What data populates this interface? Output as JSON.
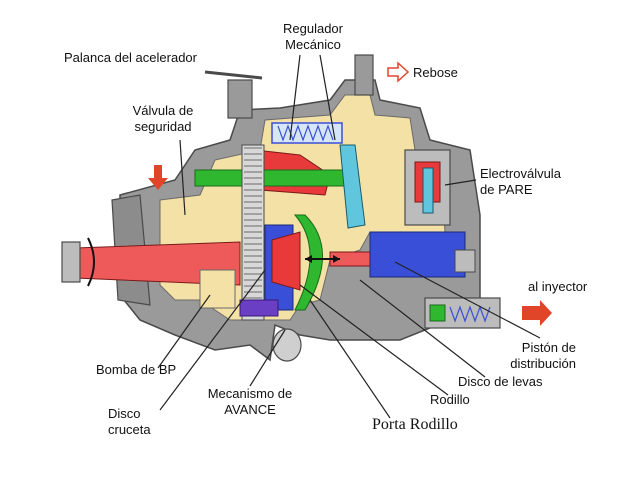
{
  "labels": {
    "accelerator_lever": "Palanca del acelerador",
    "mechanical_governor": [
      "Regulador",
      "Mecánico"
    ],
    "overflow": "Rebose",
    "safety_valve": [
      "Válvula de",
      "seguridad"
    ],
    "stop_solenoid": [
      "Electroválvula",
      "de PARE"
    ],
    "to_injector": "al inyector",
    "distribution_piston": [
      "Pistón de",
      "distribución"
    ],
    "cam_disc": "Disco de levas",
    "roller": "Rodillo",
    "roller_holder": "Porta Rodillo",
    "advance_mechanism": [
      "Mecanismo de",
      "AVANCE"
    ],
    "cross_disc": [
      "Disco",
      "cruceta"
    ],
    "bp_pump": "Bomba de BP"
  },
  "colors": {
    "housing": "#9a9a9a",
    "housing_dark": "#5a5a5a",
    "fuel_cavity": "#f4e1a6",
    "drive_shaft": "#ee5a5a",
    "governor_weights": "#e83a3a",
    "blue_parts": "#3a4fd8",
    "green_parts": "#2fb82f",
    "cyan_parts": "#5fc6de",
    "arrow_red": "#e0452a",
    "purple_advance": "#6a3fc4"
  }
}
